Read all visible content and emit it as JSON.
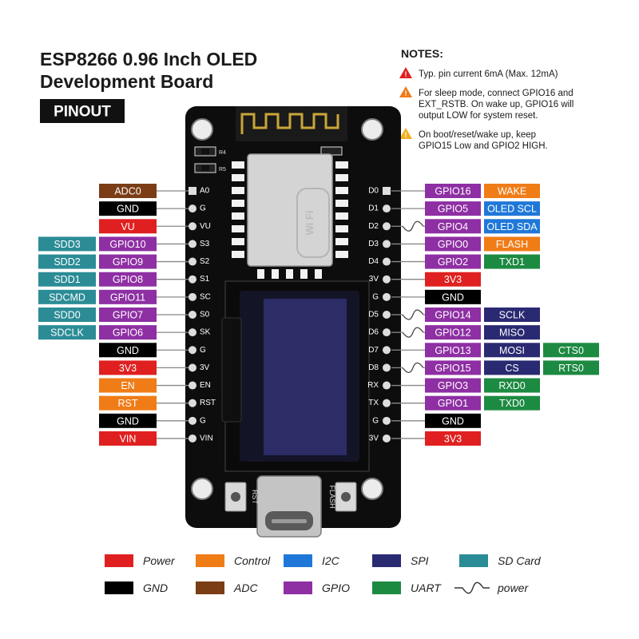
{
  "title": {
    "line1": "ESP8266 0.96 Inch OLED",
    "line2": "Development Board",
    "badge": "PINOUT"
  },
  "notes": {
    "heading": "NOTES:",
    "items": [
      {
        "icon": "red-warning-icon",
        "lines": [
          "Typ. pin current 6mA (Max. 12mA)"
        ]
      },
      {
        "icon": "orange-warning-icon",
        "lines": [
          "For sleep mode, connect GPIO16 and",
          "EXT_RSTB. On wake up, GPIO16 will",
          "output LOW for system reset."
        ]
      },
      {
        "icon": "yellow-warning-icon",
        "lines": [
          "On boot/reset/wake up, keep",
          "GPIO15 Low and GPIO2 HIGH."
        ]
      }
    ]
  },
  "colors": {
    "Power": "#e02020",
    "Control": "#f07c17",
    "I2C": "#1f78d8",
    "SPI": "#2a2a72",
    "SD Card": "#2b8c96",
    "GND": "#000000",
    "ADC": "#7a3d16",
    "GPIO": "#8e2fa3",
    "UART": "#1d8a42"
  },
  "board": {
    "silk_bottom_left": "RST",
    "silk_bottom_right": "FLASH",
    "silk_r4": "R4",
    "silk_r5": "R5",
    "wifi_text": "Wi Fi",
    "left_pins": [
      "A0",
      "G",
      "VU",
      "S3",
      "S2",
      "S1",
      "SC",
      "S0",
      "SK",
      "G",
      "3V",
      "EN",
      "RST",
      "G",
      "VIN"
    ],
    "right_pins": [
      "D0",
      "D1",
      "D2",
      "D3",
      "D4",
      "3V",
      "G",
      "D5",
      "D6",
      "D7",
      "D8",
      "RX",
      "TX",
      "G",
      "3V"
    ]
  },
  "left_rows": [
    [
      {
        "text": "ADC0",
        "type": "ADC"
      }
    ],
    [
      {
        "text": "GND",
        "type": "GND"
      }
    ],
    [
      {
        "text": "VU",
        "type": "Power"
      }
    ],
    [
      {
        "text": "GPIO10",
        "type": "GPIO"
      },
      {
        "text": "SDD3",
        "type": "SD Card"
      }
    ],
    [
      {
        "text": "GPIO9",
        "type": "GPIO"
      },
      {
        "text": "SDD2",
        "type": "SD Card"
      }
    ],
    [
      {
        "text": "GPIO8",
        "type": "GPIO"
      },
      {
        "text": "SDD1",
        "type": "SD Card"
      }
    ],
    [
      {
        "text": "GPIO11",
        "type": "GPIO"
      },
      {
        "text": "SDCMD",
        "type": "SD Card"
      }
    ],
    [
      {
        "text": "GPIO7",
        "type": "GPIO"
      },
      {
        "text": "SDD0",
        "type": "SD Card"
      }
    ],
    [
      {
        "text": "GPIO6",
        "type": "GPIO"
      },
      {
        "text": "SDCLK",
        "type": "SD Card"
      }
    ],
    [
      {
        "text": "GND",
        "type": "GND"
      }
    ],
    [
      {
        "text": "3V3",
        "type": "Power"
      }
    ],
    [
      {
        "text": "EN",
        "type": "Control"
      }
    ],
    [
      {
        "text": "RST",
        "type": "Control"
      }
    ],
    [
      {
        "text": "GND",
        "type": "GND"
      }
    ],
    [
      {
        "text": "VIN",
        "type": "Power"
      }
    ]
  ],
  "right_rows": [
    {
      "pwm": false,
      "boxes": [
        {
          "text": "GPIO16",
          "type": "GPIO"
        },
        {
          "text": "WAKE",
          "type": "Control"
        }
      ]
    },
    {
      "pwm": false,
      "boxes": [
        {
          "text": "GPIO5",
          "type": "GPIO"
        },
        {
          "text": "OLED SCL",
          "type": "I2C",
          "small": true
        }
      ]
    },
    {
      "pwm": true,
      "boxes": [
        {
          "text": "GPIO4",
          "type": "GPIO"
        },
        {
          "text": "OLED SDA",
          "type": "I2C",
          "small": true
        }
      ]
    },
    {
      "pwm": false,
      "boxes": [
        {
          "text": "GPIO0",
          "type": "GPIO"
        },
        {
          "text": "FLASH",
          "type": "Control"
        }
      ]
    },
    {
      "pwm": false,
      "boxes": [
        {
          "text": "GPIO2",
          "type": "GPIO"
        },
        {
          "text": "TXD1",
          "type": "UART"
        }
      ]
    },
    {
      "pwm": false,
      "boxes": [
        {
          "text": "3V3",
          "type": "Power"
        }
      ]
    },
    {
      "pwm": false,
      "boxes": [
        {
          "text": "GND",
          "type": "GND"
        }
      ]
    },
    {
      "pwm": true,
      "boxes": [
        {
          "text": "GPIO14",
          "type": "GPIO"
        },
        {
          "text": "SCLK",
          "type": "SPI"
        }
      ]
    },
    {
      "pwm": true,
      "boxes": [
        {
          "text": "GPIO12",
          "type": "GPIO"
        },
        {
          "text": "MISO",
          "type": "SPI"
        }
      ]
    },
    {
      "pwm": false,
      "boxes": [
        {
          "text": "GPIO13",
          "type": "GPIO"
        },
        {
          "text": "MOSI",
          "type": "SPI"
        },
        {
          "text": "CTS0",
          "type": "UART"
        }
      ]
    },
    {
      "pwm": true,
      "boxes": [
        {
          "text": "GPIO15",
          "type": "GPIO"
        },
        {
          "text": "CS",
          "type": "SPI"
        },
        {
          "text": "RTS0",
          "type": "UART"
        }
      ]
    },
    {
      "pwm": false,
      "boxes": [
        {
          "text": "GPIO3",
          "type": "GPIO"
        },
        {
          "text": "RXD0",
          "type": "UART"
        }
      ]
    },
    {
      "pwm": false,
      "boxes": [
        {
          "text": "GPIO1",
          "type": "GPIO"
        },
        {
          "text": "TXD0",
          "type": "UART"
        }
      ]
    },
    {
      "pwm": false,
      "boxes": [
        {
          "text": "GND",
          "type": "GND"
        }
      ]
    },
    {
      "pwm": false,
      "boxes": [
        {
          "text": "3V3",
          "type": "Power"
        }
      ]
    }
  ],
  "legend": [
    {
      "label": "Power",
      "type": "Power"
    },
    {
      "label": "Control",
      "type": "Control"
    },
    {
      "label": "I2C",
      "type": "I2C"
    },
    {
      "label": "SPI",
      "type": "SPI"
    },
    {
      "label": "SD Card",
      "type": "SD Card"
    },
    {
      "label": "GND",
      "type": "GND"
    },
    {
      "label": "ADC",
      "type": "ADC"
    },
    {
      "label": "GPIO",
      "type": "GPIO"
    },
    {
      "label": "UART",
      "type": "UART"
    },
    {
      "label": "power",
      "type": "pwm"
    }
  ]
}
